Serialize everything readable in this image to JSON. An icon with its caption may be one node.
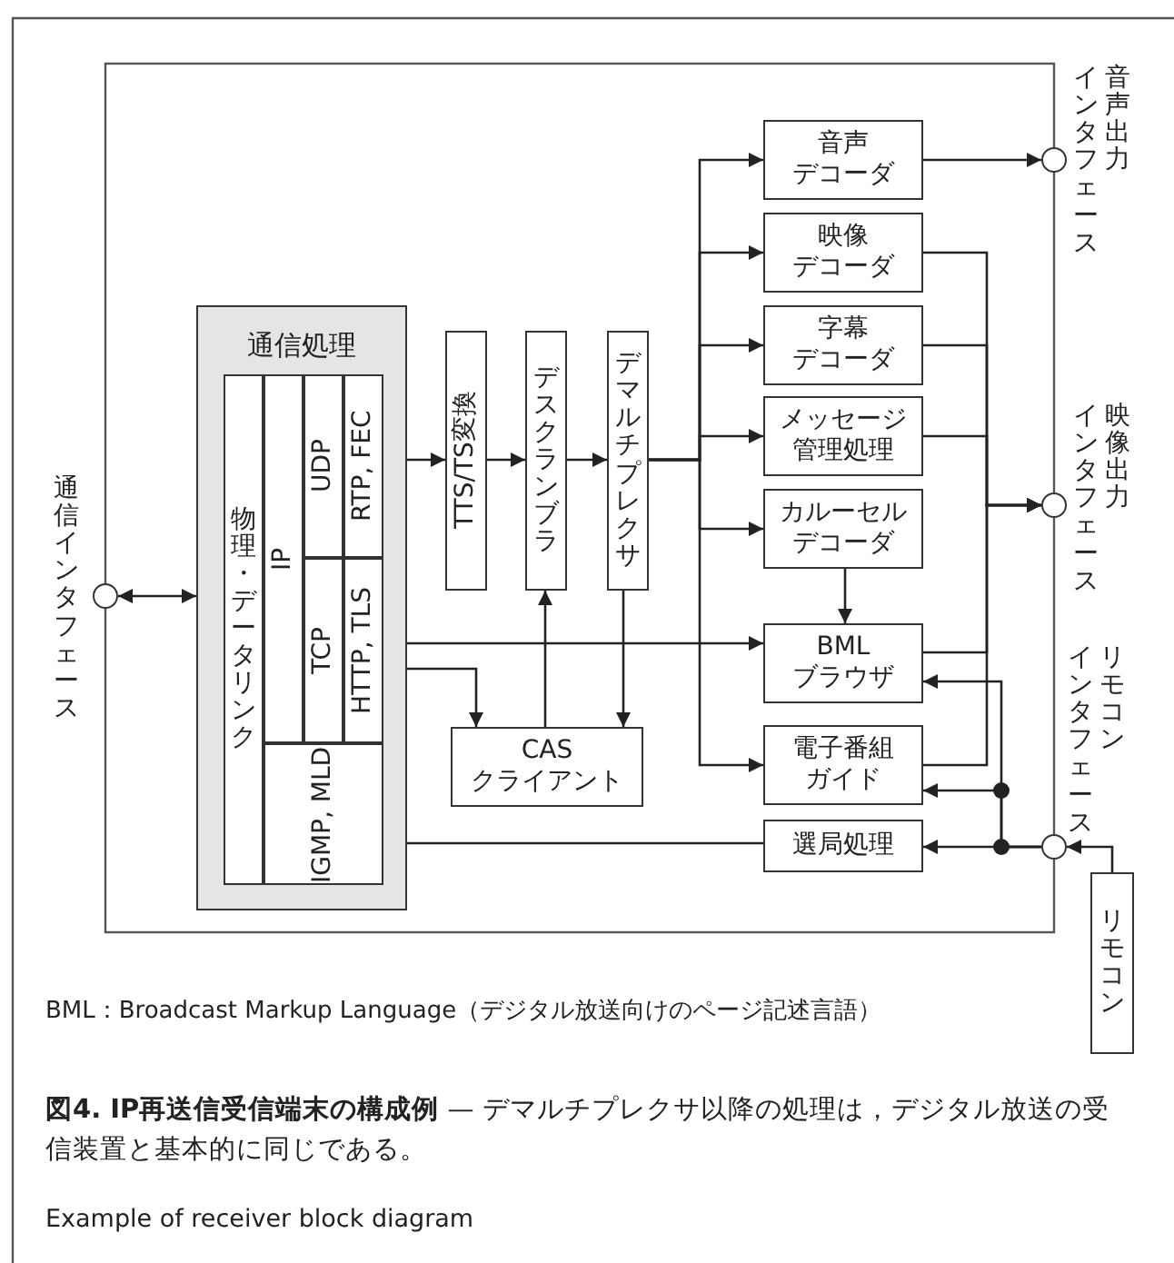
{
  "diagram": {
    "caption": "**図4. IP再送信受信端末の構成例** — デマルチプレクサ以降の処理は，デジタル放送の受信装置と基本的に同じである。",
    "nodes": [
      {
        "text": [],
        "shape": "circle",
        "beside": [
          "通信インタフェース"
        ]
      },
      {
        "text": [
          "通信処理"
        ]
      },
      {
        "text": [
          "物理・データリンク"
        ],
        "in": 1
      },
      {
        "text": [
          "IP"
        ],
        "in": 1
      },
      {
        "text": [
          "UDP"
        ],
        "in": 1
      },
      {
        "text": [
          "RTP, FEC"
        ],
        "in": 1
      },
      {
        "text": [
          "TCP"
        ],
        "in": 1
      },
      {
        "text": [
          "HTTP, TLS"
        ],
        "in": 1
      },
      {
        "text": [
          "IGMP, MLD"
        ],
        "in": 1
      },
      {
        "text": [
          "TTS/TS変換"
        ]
      },
      {
        "text": [
          "デスクランブラ"
        ]
      },
      {
        "text": [
          "デマルチプレクサ"
        ]
      },
      {
        "text": [
          "CAS クライアント"
        ]
      },
      {
        "text": [
          "音声デコーダ"
        ]
      },
      {
        "text": [
          "映像デコーダ"
        ]
      },
      {
        "text": [
          "字幕デコーダ"
        ]
      },
      {
        "text": [
          "メッセージ管理処理"
        ]
      },
      {
        "text": [
          "カルーセルデコーダ"
        ]
      },
      {
        "text": [
          "BML ブラウザ"
        ]
      },
      {
        "text": [
          "電子番組ガイド"
        ]
      },
      {
        "text": [
          "選局処理"
        ]
      },
      {
        "text": [],
        "shape": "circle",
        "beside": [
          "音声出力インタフェース"
        ]
      },
      {
        "text": [],
        "shape": "circle",
        "beside": [
          "映像出力インタフェース"
        ]
      },
      {
        "text": [],
        "shape": "circle",
        "beside": [
          "リモコンインタフェース"
        ]
      },
      {
        "text": [
          "リモコン"
        ]
      }
    ],
    "edges": [
      {
        "from": 0,
        "to": 1,
        "arrow": "both"
      },
      {
        "from": 5,
        "to": 9,
        "arrow": "to"
      },
      {
        "from": 9,
        "to": 10,
        "arrow": "to"
      },
      {
        "from": 10,
        "to": 11,
        "arrow": "to"
      },
      {
        "from": 11,
        "to": 13,
        "arrow": "to"
      },
      {
        "from": 11,
        "to": 14,
        "arrow": "to"
      },
      {
        "from": 11,
        "to": 15,
        "arrow": "to"
      },
      {
        "from": 11,
        "to": 16,
        "arrow": "to"
      },
      {
        "from": 11,
        "to": 17,
        "arrow": "to"
      },
      {
        "from": 11,
        "to": 19,
        "arrow": "to"
      },
      {
        "from": 13,
        "to": 21,
        "arrow": "to"
      },
      {
        "from": 14,
        "to": 22,
        "arrow": "to"
      },
      {
        "from": 15,
        "to": 22,
        "arrow": "to"
      },
      {
        "from": 16,
        "to": 22,
        "arrow": "to"
      },
      {
        "from": 18,
        "to": 22,
        "arrow": "to"
      },
      {
        "from": 19,
        "to": 22,
        "arrow": "to"
      },
      {
        "from": 17,
        "to": 18,
        "arrow": "to"
      },
      {
        "from": 7,
        "to": 18,
        "arrow": "both"
      },
      {
        "from": 7,
        "to": 12,
        "arrow": "both"
      },
      {
        "from": 12,
        "to": 10,
        "arrow": "to"
      },
      {
        "from": 11,
        "to": 12,
        "arrow": "to"
      },
      {
        "from": 24,
        "to": 23,
        "arrow": "to"
      },
      {
        "from": 23,
        "to": 20,
        "arrow": "to"
      },
      {
        "from": 23,
        "to": 19,
        "arrow": "to"
      },
      {
        "from": 23,
        "to": 18,
        "arrow": "to"
      },
      {
        "from": 20,
        "to": 8,
        "arrow": "to"
      }
    ],
    "labels": [
      "BML：Broadcast Markup Language（デジタル放送向けのページ記述言語）",
      "Example of receiver block diagram"
    ]
  }
}
